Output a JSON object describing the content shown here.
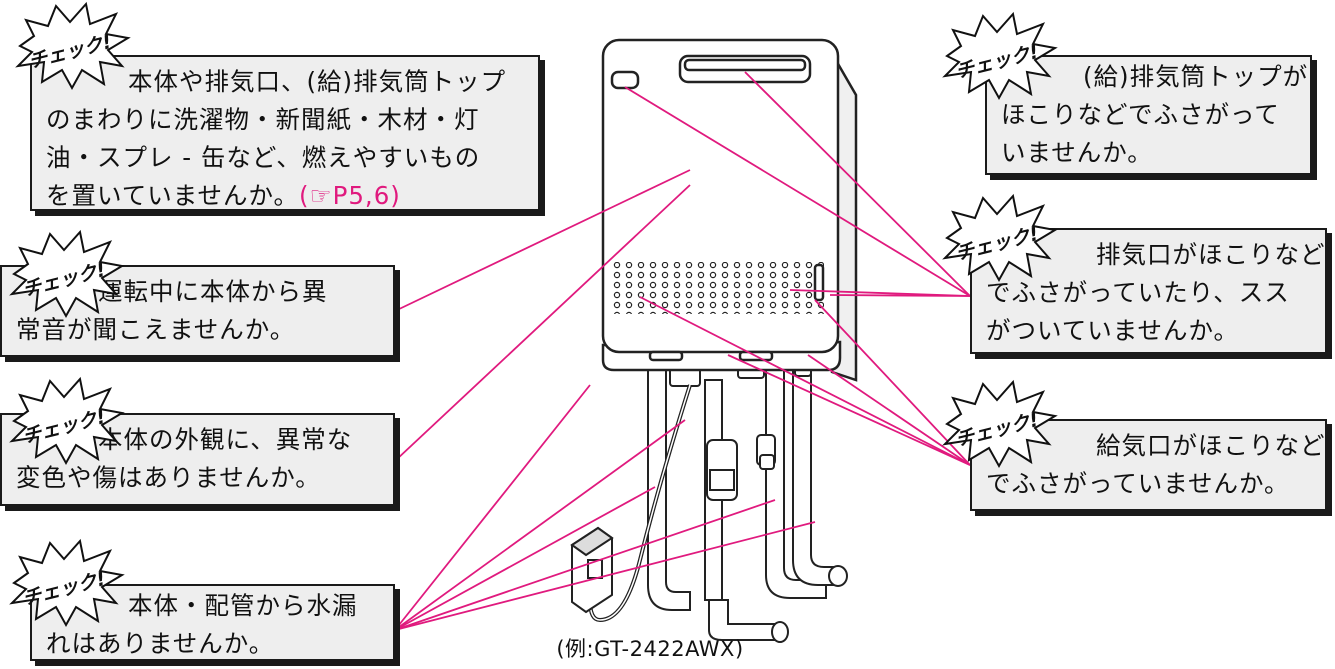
{
  "badge_text": "チェック!",
  "colors": {
    "leader": "#e01a7e",
    "ref": "#e01a7e",
    "box_bg": "#eeeeee",
    "outline": "#1a1a1a"
  },
  "checks": [
    {
      "lines": [
        "本体や排気口、(給)排気筒トップ",
        "のまわりに洗濯物・新聞紙・木材・灯",
        "油・スプレ - 缶など、燃えやすいもの",
        "を置いていませんか。"
      ],
      "ref": "(☞P5,6)"
    },
    {
      "lines": [
        "運転中に本体から異",
        "常音が聞こえませんか。"
      ]
    },
    {
      "lines": [
        "本体の外観に、異常な",
        "変色や傷はありませんか。"
      ]
    },
    {
      "lines": [
        "本体・配管から水漏",
        "れはありませんか。"
      ]
    },
    {
      "lines": [
        "(給)排気筒トップが",
        "ほこりなどでふさがって",
        "いませんか。"
      ]
    },
    {
      "lines": [
        "排気口がほこりなど",
        "でふさがっていたり、スス",
        "がついていませんか。"
      ]
    },
    {
      "lines": [
        "給気口がほこりなど",
        "でふさがっていませんか。"
      ]
    }
  ],
  "caption": "(例:GT-2422AWX)"
}
